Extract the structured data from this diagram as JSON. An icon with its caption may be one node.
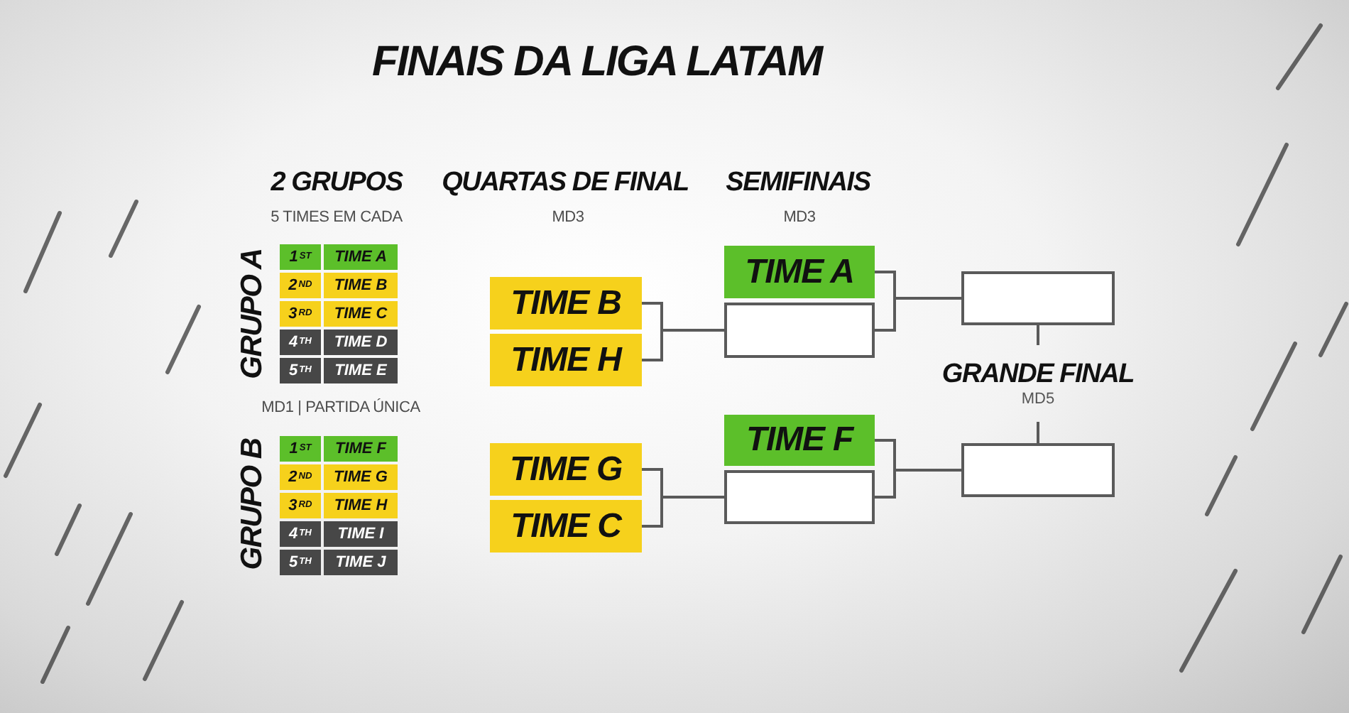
{
  "diagram": {
    "title": "FINAIS DA LIGA LATAM",
    "nodes": [
      {
        "text": [
          "1$^{ST}$"
        ]
      },
      {
        "text": [
          "TIME A"
        ]
      },
      {
        "text": [
          "2$^{ND}$"
        ]
      },
      {
        "text": [
          "TIME B"
        ]
      },
      {
        "text": [
          "3$^{RD}$"
        ]
      },
      {
        "text": [
          "TIME C"
        ]
      },
      {
        "text": [
          "4$^{TH}$"
        ]
      },
      {
        "text": [
          "TIME D"
        ]
      },
      {
        "text": [
          "5$^{TH}$"
        ]
      },
      {
        "text": [
          "TIME E"
        ]
      },
      {
        "text": [
          "1$^{ST}$"
        ]
      },
      {
        "text": [
          "TIME F"
        ]
      },
      {
        "text": [
          "2$^{ND}$"
        ]
      },
      {
        "text": [
          "TIME G"
        ]
      },
      {
        "text": [
          "3$^{RD}$"
        ]
      },
      {
        "text": [
          "TIME H"
        ]
      },
      {
        "text": [
          "4$^{TH}$"
        ]
      },
      {
        "text": [
          "TIME I"
        ]
      },
      {
        "text": [
          "5$^{TH}$"
        ]
      },
      {
        "text": [
          "TIME J"
        ]
      },
      {
        "text": [
          "TIME B"
        ]
      },
      {
        "text": [
          "TIME H"
        ]
      },
      {
        "text": [
          "TIME G"
        ]
      },
      {
        "text": [
          "TIME C"
        ]
      },
      {
        "text": [
          "TIME A"
        ]
      },
      {
        "text": [],
        "shape": "box"
      },
      {
        "text": [
          "TIME F"
        ]
      },
      {
        "text": [],
        "shape": "box"
      },
      {
        "text": [],
        "shape": "box"
      },
      {
        "text": [
          "GRANDE FINAL",
          "MD5"
        ]
      },
      {
        "text": [],
        "shape": "box"
      }
    ],
    "edges": [
      {
        "from": 20,
        "to": 25,
        "arrow": "none"
      },
      {
        "from": 21,
        "to": 25,
        "arrow": "none"
      },
      {
        "from": 22,
        "to": 27,
        "arrow": "none"
      },
      {
        "from": 23,
        "to": 27,
        "arrow": "none"
      },
      {
        "from": 24,
        "to": 28,
        "arrow": "none"
      },
      {
        "from": 25,
        "to": 28,
        "arrow": "none"
      },
      {
        "from": 26,
        "to": 30,
        "arrow": "none"
      },
      {
        "from": 27,
        "to": 30,
        "arrow": "none"
      },
      {
        "from": 28,
        "to": 29,
        "arrow": "none"
      },
      {
        "from": 29,
        "to": 30,
        "arrow": "none"
      }
    ],
    "labels": [
      "2 GRUPOS",
      "5 TIMES EM CADA",
      "QUARTAS DE FINAL",
      "MD3",
      "SEMIFINAIS",
      "MD3",
      "GRUPO A",
      "MD1 | PARTIDA ÚNICA",
      "GRUPO B"
    ]
  }
}
